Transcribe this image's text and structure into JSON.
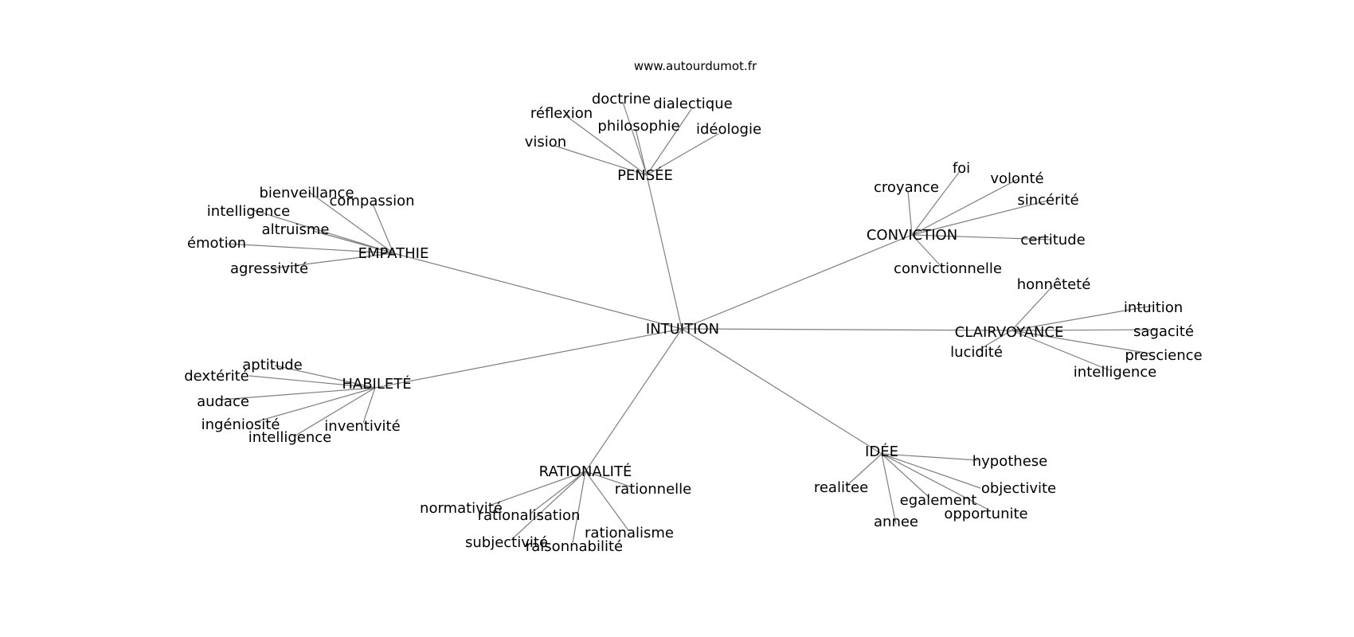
{
  "site": "www.autourdumot.fr",
  "center": "INTUITION",
  "hubs": [
    {
      "label": "PENSÉE",
      "leaves": [
        "doctrine",
        "dialectique",
        "réflexion",
        "philosophie",
        "idéologie",
        "vision"
      ]
    },
    {
      "label": "EMPATHIE",
      "leaves": [
        "bienveillance",
        "compassion",
        "intelligence",
        "altruisme",
        "émotion",
        "agressivité"
      ]
    },
    {
      "label": "CONVICTION",
      "leaves": [
        "foi",
        "volonté",
        "croyance",
        "sincérité",
        "certitude",
        "convictionnelle"
      ]
    },
    {
      "label": "CLAIRVOYANCE",
      "leaves": [
        "honnêteté",
        "intuition",
        "sagacité",
        "lucidité",
        "prescience",
        "intelligence"
      ]
    },
    {
      "label": "HABILETÉ",
      "leaves": [
        "aptitude",
        "dextérité",
        "audace",
        "ingéniosité",
        "inventivité",
        "intelligence"
      ]
    },
    {
      "label": "IDÉE",
      "leaves": [
        "hypothese",
        "realitee",
        "objectivite",
        "egalement",
        "opportunite",
        "annee"
      ]
    },
    {
      "label": "RATIONALITÉ",
      "leaves": [
        "rationnelle",
        "normativité",
        "rationalisation",
        "rationalisme",
        "subjectivité",
        "raisonnabilité"
      ]
    }
  ]
}
